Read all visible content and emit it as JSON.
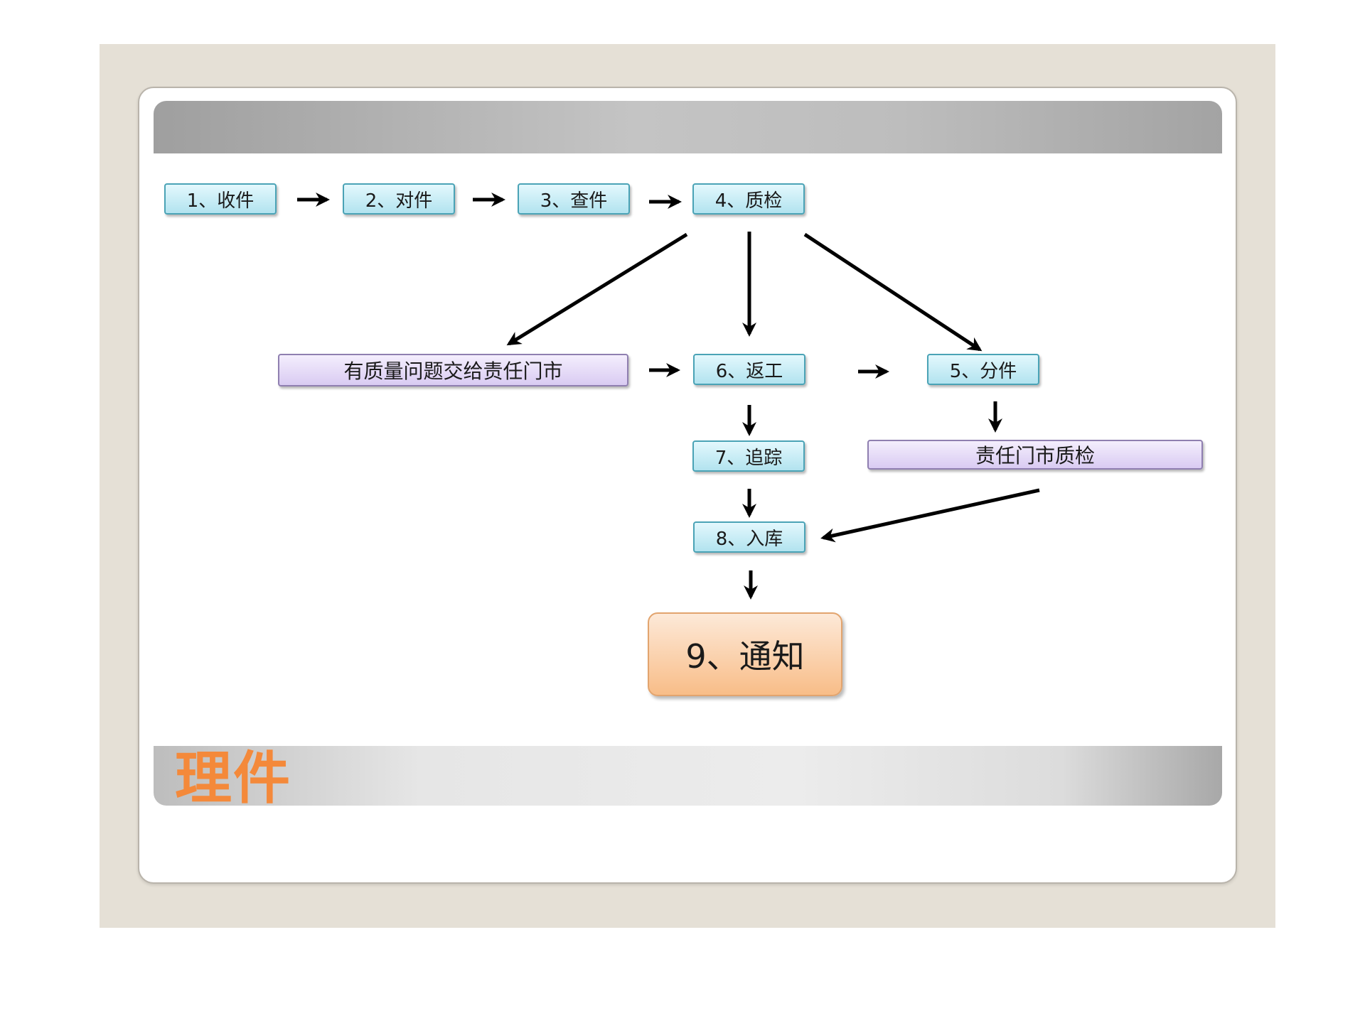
{
  "slide": {
    "title": "理件",
    "title_color": "#f4893a"
  },
  "diagram": {
    "nodes": {
      "receive": "1、收件",
      "match": "2、对件",
      "check": "3、查件",
      "inspect": "4、质检",
      "quality_issue": "有质量问题交给责任门市",
      "rework": "6、返工",
      "split": "5、分件",
      "track": "7、追踪",
      "store_inspect": "责任门市质检",
      "warehouse": "8、入库",
      "notify": "9、通知"
    },
    "edges": [
      [
        "receive",
        "match"
      ],
      [
        "match",
        "check"
      ],
      [
        "check",
        "inspect"
      ],
      [
        "inspect",
        "quality_issue"
      ],
      [
        "inspect",
        "rework"
      ],
      [
        "inspect",
        "split"
      ],
      [
        "quality_issue",
        "rework"
      ],
      [
        "rework",
        "split"
      ],
      [
        "rework",
        "track"
      ],
      [
        "split",
        "store_inspect"
      ],
      [
        "track",
        "warehouse"
      ],
      [
        "store_inspect",
        "warehouse"
      ],
      [
        "warehouse",
        "notify"
      ]
    ],
    "colors": {
      "step": "#b2e3ef",
      "note": "#d9cbf2",
      "final": "#f8bd88"
    }
  }
}
